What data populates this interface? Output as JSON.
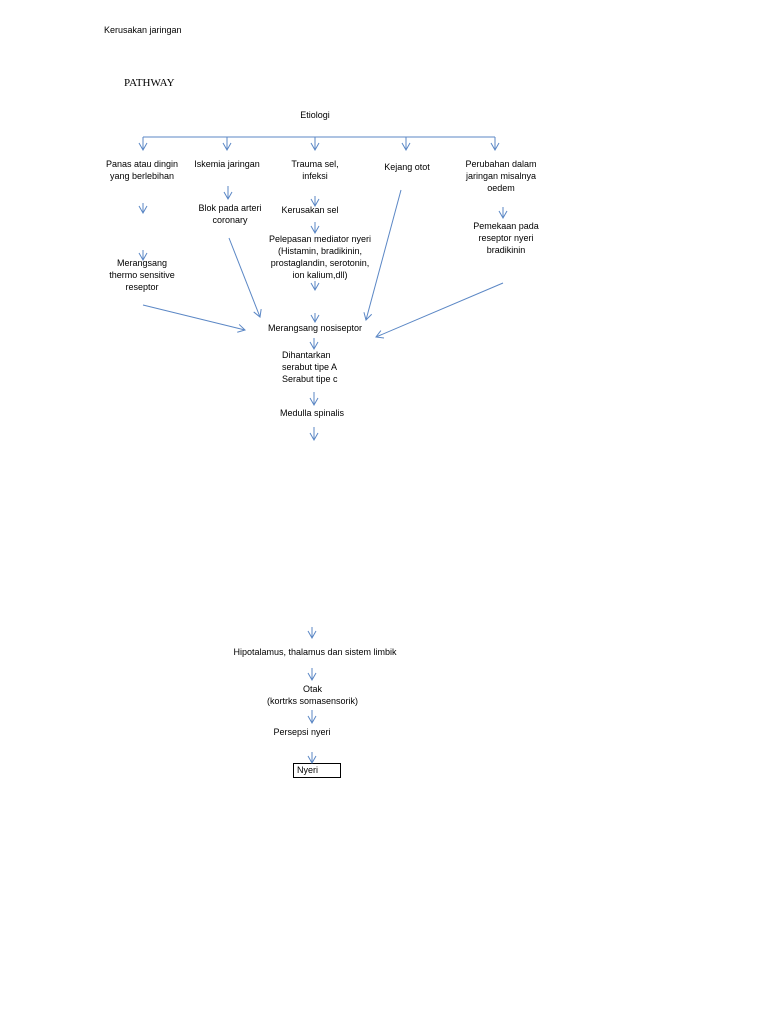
{
  "header": {
    "title": "Kerusakan jaringan",
    "pathway_label": "PATHWAY"
  },
  "diagram": {
    "etiologi": "Etiologi",
    "causes": {
      "panas": "Panas atau dingin\nyang berlebihan",
      "iskemia": "Iskemia jaringan",
      "trauma": "Trauma sel,\ninfeksi",
      "kejang": "Kejang otot",
      "perubahan": "Perubahan dalam\njaringan misalnya\noedem"
    },
    "merangsang_thermo": "Merangsang\nthermo sensitive\nreseptor",
    "blok_arteri": "Blok pada arteri\ncoronary",
    "kerusakan_sel": "Kerusakan sel",
    "pelepasan_mediator": "Pelepasan mediator nyeri\n(Histamin, bradikinin,\nprostaglandin, serotonin,\nion kalium,dll)",
    "pemekaan": "Pemekaan pada\nreseptor nyeri\nbradikinin",
    "nosiseptor": "Merangsang nosiseptor",
    "dihantarkan": "Dihantarkan\nserabut tipe A\nSerabut tipe c",
    "medulla": "Medulla spinalis",
    "hipotalamus": "Hipotalamus, thalamus dan sistem limbik",
    "otak": "Otak\n(kortrks somasensorik)",
    "persepsi": "Persepsi nyeri",
    "nyeri": "Nyeri"
  },
  "colors": {
    "arrow": "#5b87c5",
    "text": "#000000"
  }
}
